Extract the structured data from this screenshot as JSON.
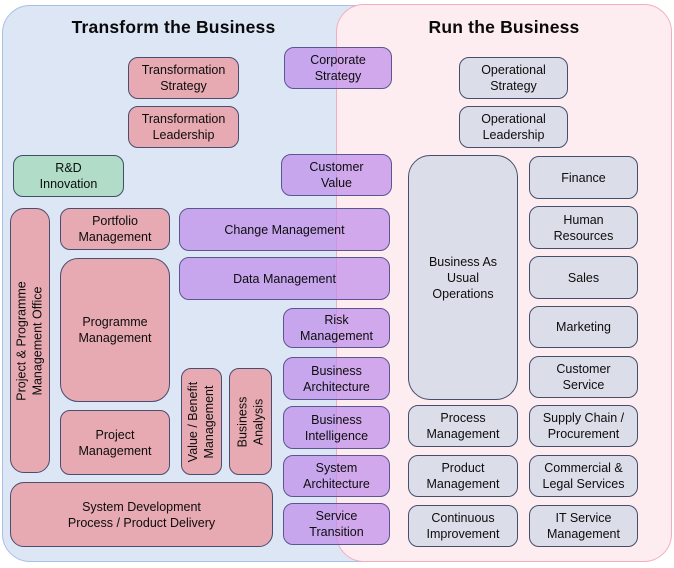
{
  "titles": {
    "left": "Transform the Business",
    "right": "Run the Business"
  },
  "colors": {
    "transform_panel_fill": "#dce6f5",
    "transform_panel_border": "#a6c1e6",
    "run_panel_fill": "#fdedf0",
    "run_panel_border": "#f2aebd",
    "transform_box_pink": "#e7a9b2",
    "innovation_box_green": "#b0dcc8",
    "capability_box_purple": "#c28eeb",
    "run_box_gray": "#dbdde9",
    "box_border_dark": "#4a4c70",
    "text": "#0d0d0d"
  },
  "boxes": {
    "transformation_strategy": {
      "label": "Transformation\nStrategy"
    },
    "transformation_leadership": {
      "label": "Transformation\nLeadership"
    },
    "corporate_strategy": {
      "label": "Corporate\nStrategy"
    },
    "rd_innovation": {
      "label": "R&D\nInnovation"
    },
    "customer_value": {
      "label": "Customer\nValue"
    },
    "ppmo": {
      "label": "Project & Programme\nManagement Office"
    },
    "portfolio_management": {
      "label": "Portfolio\nManagement"
    },
    "change_management": {
      "label": "Change Management"
    },
    "programme_management": {
      "label": "Programme\nManagement"
    },
    "data_management": {
      "label": "Data Management"
    },
    "risk_management": {
      "label": "Risk\nManagement"
    },
    "business_architecture": {
      "label": "Business\nArchitecture"
    },
    "value_benefit_management": {
      "label": "Value / Benefit\nManagement"
    },
    "business_analysis": {
      "label": "Business\nAnalysis"
    },
    "business_intelligence": {
      "label": "Business\nIntelligence"
    },
    "project_management": {
      "label": "Project\nManagement"
    },
    "system_architecture": {
      "label": "System\nArchitecture"
    },
    "system_development": {
      "label": "System Development\nProcess / Product Delivery"
    },
    "service_transition": {
      "label": "Service\nTransition"
    },
    "operational_strategy": {
      "label": "Operational\nStrategy"
    },
    "operational_leadership": {
      "label": "Operational\nLeadership"
    },
    "business_as_usual": {
      "label": "Business As\nUsual\nOperations"
    },
    "finance": {
      "label": "Finance"
    },
    "human_resources": {
      "label": "Human\nResources"
    },
    "sales": {
      "label": "Sales"
    },
    "marketing": {
      "label": "Marketing"
    },
    "customer_service": {
      "label": "Customer\nService"
    },
    "process_management": {
      "label": "Process\nManagement"
    },
    "supply_chain": {
      "label": "Supply Chain /\nProcurement"
    },
    "product_management": {
      "label": "Product\nManagement"
    },
    "commercial_legal": {
      "label": "Commercial &\nLegal Services"
    },
    "continuous_improvement": {
      "label": "Continuous\nImprovement"
    },
    "it_service_management": {
      "label": "IT Service\nManagement"
    }
  }
}
